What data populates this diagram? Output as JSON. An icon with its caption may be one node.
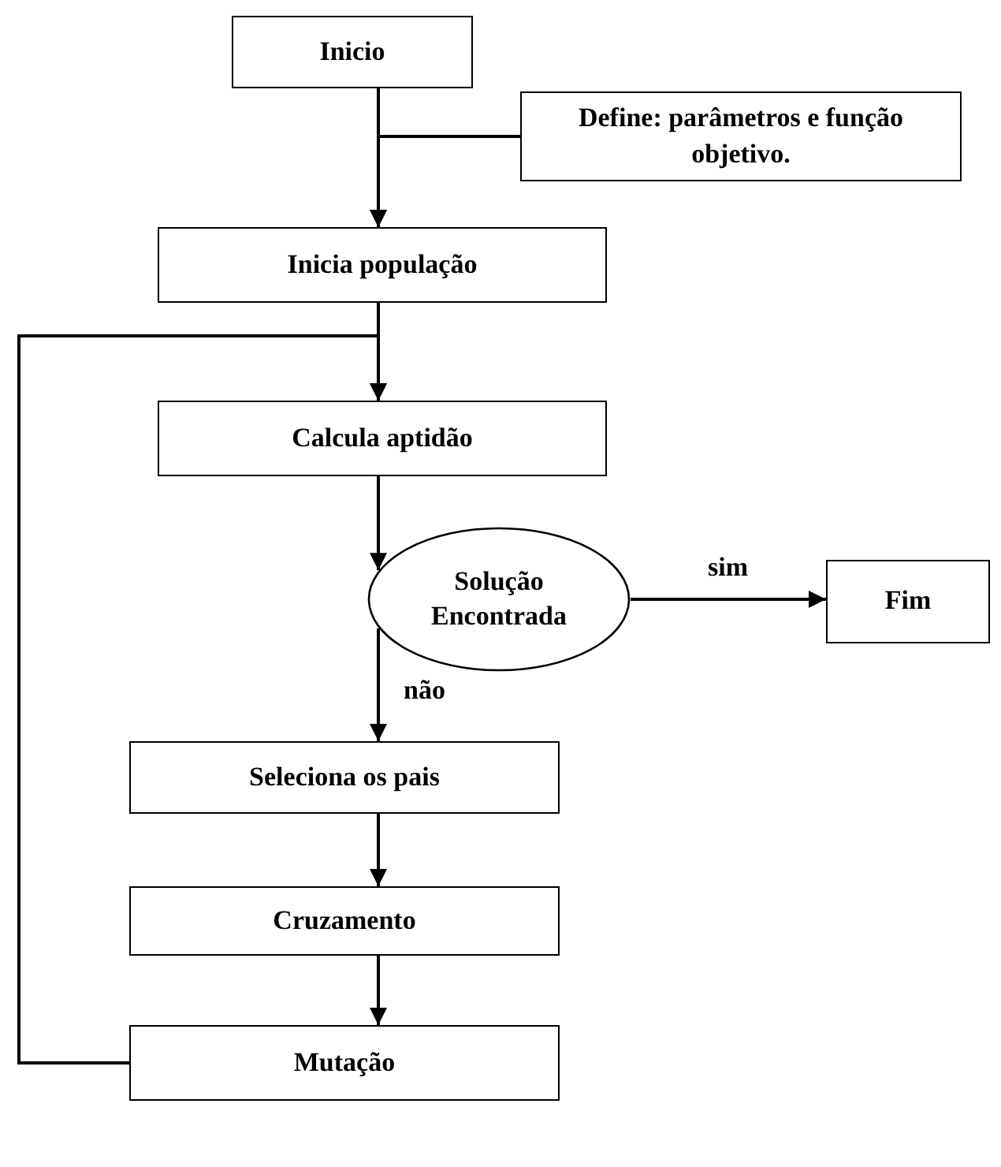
{
  "diagram": {
    "nodes": [
      {
        "text": [
          "Inicio"
        ]
      },
      {
        "text": [
          "Define: parâmetros e função objetivo."
        ]
      },
      {
        "text": [
          "Inicia população"
        ]
      },
      {
        "text": [
          "Calcula aptidão"
        ]
      },
      {
        "text": [
          "Solução Encontrada"
        ]
      },
      {
        "text": [
          "Fim"
        ]
      },
      {
        "text": [
          "Seleciona os pais"
        ]
      },
      {
        "text": [
          "Cruzamento"
        ]
      },
      {
        "text": [
          "Mutação"
        ]
      }
    ],
    "edges": [
      {
        "from": 0,
        "to": 2,
        "arrow": "to"
      },
      {
        "from": 1,
        "to": 2,
        "arrow": "to"
      },
      {
        "from": 2,
        "to": 3,
        "arrow": "to"
      },
      {
        "from": 3,
        "to": 4,
        "arrow": "to"
      },
      {
        "from": 4,
        "to": 5,
        "arrow": "to",
        "label": "sim"
      },
      {
        "from": 4,
        "to": 6,
        "arrow": "to",
        "label": "não"
      },
      {
        "from": 6,
        "to": 7,
        "arrow": "to"
      },
      {
        "from": 7,
        "to": 8,
        "arrow": "to"
      },
      {
        "from": 8,
        "to": 3,
        "arrow": "to"
      }
    ]
  }
}
